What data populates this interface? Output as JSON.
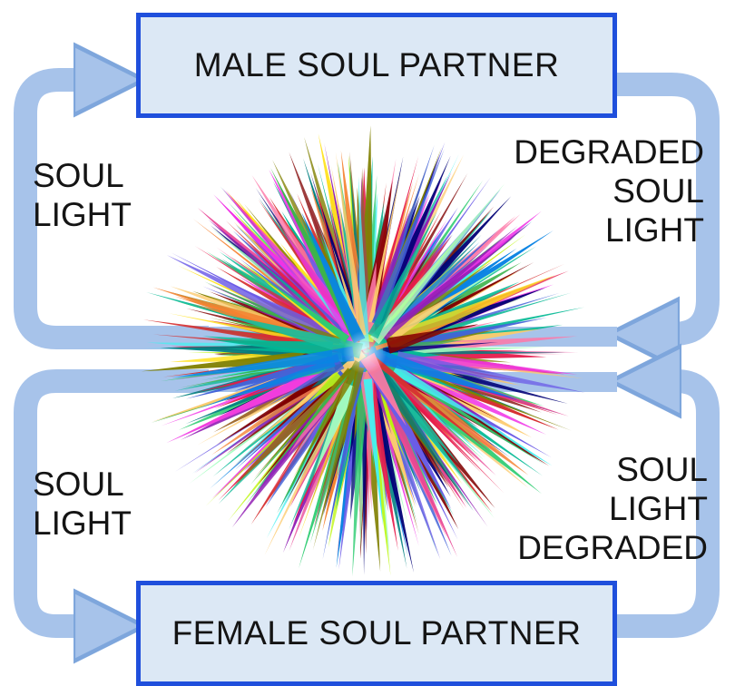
{
  "partners": {
    "male": "MALE SOUL PARTNER",
    "female": "FEMALE SOUL PARTNER"
  },
  "labels": {
    "top_left": [
      "SOUL",
      "LIGHT"
    ],
    "bottom_left": [
      "SOUL",
      "LIGHT"
    ],
    "top_right": [
      "DEGRADED",
      "SOUL",
      "LIGHT"
    ],
    "bottom_right": [
      "SOUL",
      "LIGHT",
      "DEGRADED"
    ]
  },
  "colors": {
    "box_fill": "#dce8f5",
    "box_border": "#1f4fdc",
    "arrow": "#a7c3ea",
    "arrow_edge": "#7ea6dc",
    "text": "#141414"
  },
  "icons": {
    "center": "multicolor-starburst",
    "arrows": "curved-arrow"
  }
}
